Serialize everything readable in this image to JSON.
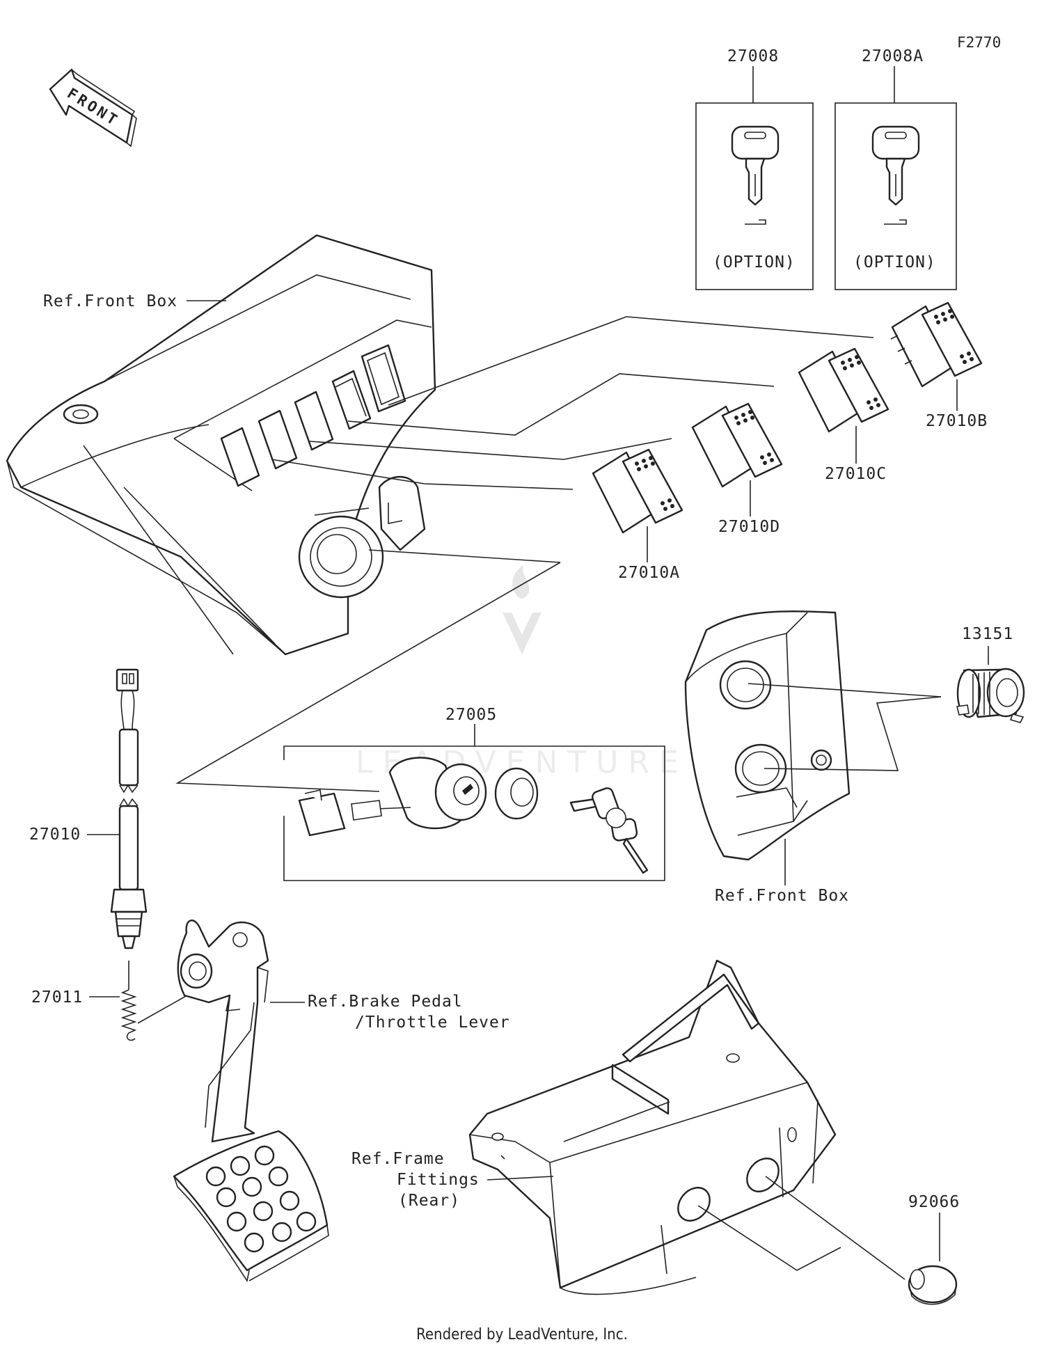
{
  "figure_code": "F2770",
  "front_arrow_label": "FRONT",
  "watermark_text": "LEADVENTURE",
  "footer": "Rendered by LeadVenture, Inc.",
  "parts": {
    "p27008": {
      "number": "27008",
      "note": "(OPTION)"
    },
    "p27008A": {
      "number": "27008A",
      "note": "(OPTION)"
    },
    "p27010B": "27010B",
    "p27010C": "27010C",
    "p27010D": "27010D",
    "p27010A": "27010A",
    "p27005": "27005",
    "p13151": "13151",
    "p27010": "27010",
    "p27011": "27011",
    "p92066": "92066"
  },
  "references": {
    "front_box_1": "Ref.Front Box",
    "front_box_2": "Ref.Front Box",
    "brake_pedal_line1": "Ref.Brake Pedal",
    "brake_pedal_line2": "/Throttle Lever",
    "frame_line1": "Ref.Frame",
    "frame_line2": "Fittings",
    "frame_line3": "(Rear)"
  }
}
